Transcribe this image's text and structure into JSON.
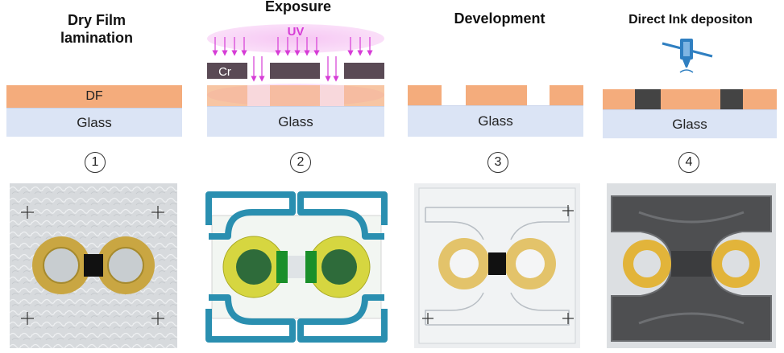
{
  "titles": {
    "t1_line1": "Dry Film",
    "t1_line2": "lamination",
    "t2": "Exposure",
    "t3": "Development",
    "t4": "Direct Ink depositon"
  },
  "panel1": {
    "df_label": "DF",
    "glass_label": "Glass",
    "step": "1"
  },
  "panel2": {
    "uv_label": "UV",
    "mask_label": "Cr",
    "glass_label": "Glass",
    "step": "2"
  },
  "panel3": {
    "glass_label": "Glass",
    "step": "3"
  },
  "panel4": {
    "glass_label": "Glass",
    "step": "4"
  },
  "colors": {
    "dry_film": "#f4ac7c",
    "glass": "#dbe4f5",
    "uv": "#d63cd6",
    "chrome_mask": "#5a4a55",
    "ink": "#444444",
    "gold": "#e0b23c"
  }
}
